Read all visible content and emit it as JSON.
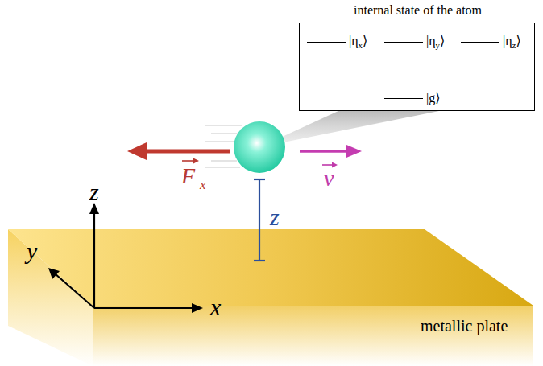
{
  "diagram": {
    "nodes": [
      {
        "text": [
          "internal state of the atom"
        ]
      },
      {
        "text": [
          "|η",
          "x",
          "⟩"
        ],
        "in": 0
      },
      {
        "text": [
          "|η",
          "y",
          "⟩"
        ],
        "in": 0
      },
      {
        "text": [
          "|η",
          "z",
          "⟩"
        ],
        "in": 0
      },
      {
        "text": [
          "|g⟩"
        ],
        "in": 0
      }
    ],
    "edges": [
      {
        "from": 4,
        "to": 1,
        "arrow": "none"
      },
      {
        "from": 4,
        "to": 2,
        "arrow": "none"
      },
      {
        "from": 4,
        "to": 3,
        "arrow": "none"
      }
    ],
    "labels": [
      "z",
      "y",
      "x",
      "F",
      "x",
      "v",
      "z",
      "metallic plate"
    ]
  }
}
